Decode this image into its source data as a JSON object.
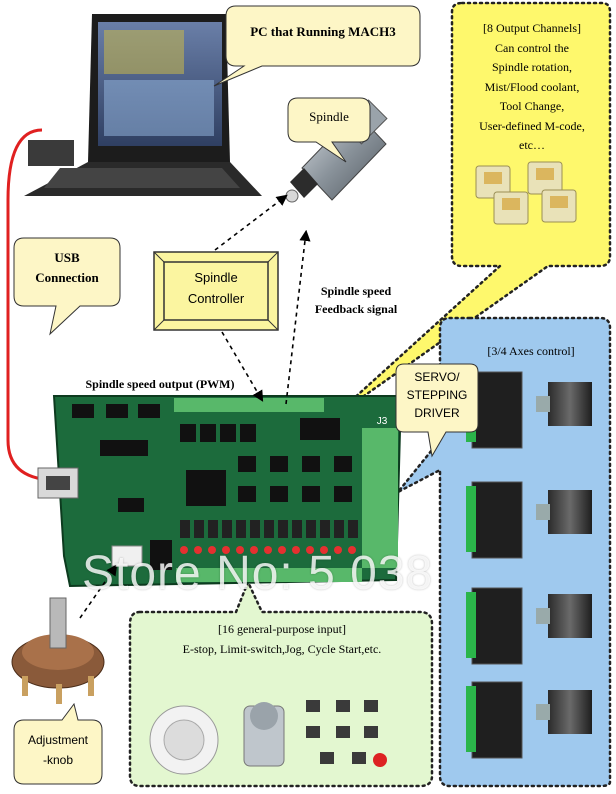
{
  "labels": {
    "pc": "PC that Running MACH3",
    "spindle": "Spindle",
    "usb_line1": "USB",
    "usb_line2": "Connection",
    "spindle_controller_line1": "Spindle",
    "spindle_controller_line2": "Controller",
    "feedback_line1": "Spindle speed",
    "feedback_line2": "Feedback signal",
    "pwm": "Spindle speed output (PWM)",
    "output_channels": [
      "[8 Output Channels]",
      "Can control the",
      "Spindle rotation,",
      "Mist/Flood coolant,",
      "Tool Change,",
      "User-defined M-code,",
      "etc…"
    ],
    "axes": "[3/4 Axes control]",
    "driver_line1": "SERVO/",
    "driver_line2": "STEPPING",
    "driver_line3": "DRIVER",
    "inputs_line1": "[16 general-purpose input]",
    "inputs_line2": "E-stop, Limit-switch,Jog, Cycle Start,etc.",
    "knob_line1": "Adjustment",
    "knob_line2": "-knob",
    "board_j3": "J3",
    "watermark": "Store No: 5   038"
  },
  "colors": {
    "callout_fill": "#fdf6c6",
    "yellow_panel": "#fef86c",
    "blue_panel": "#9fc9ee",
    "green_panel": "#e3f7d0",
    "pcb": "#1c6b3c",
    "usb_cable": "#e02020",
    "controller_box": "#fbf5a0"
  }
}
